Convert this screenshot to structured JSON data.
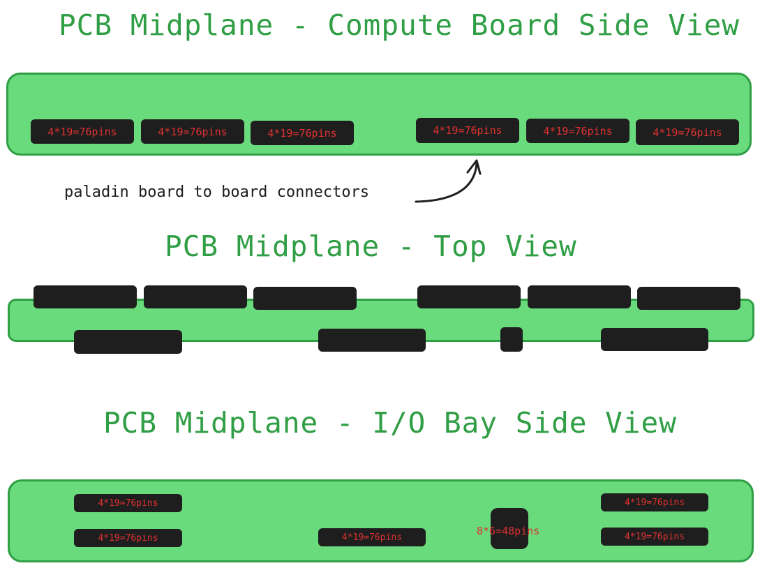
{
  "titles": {
    "compute": "PCB Midplane - Compute Board Side View",
    "top": "PCB Midplane - Top View",
    "io": "PCB Midplane - I/O Bay Side View"
  },
  "annotation": {
    "text": "paladin board to board connectors"
  },
  "compute_view": {
    "connectors": [
      "4*19=76pins",
      "4*19=76pins",
      "4*19=76pins",
      "4*19=76pins",
      "4*19=76pins",
      "4*19=76pins"
    ]
  },
  "io_view": {
    "connectors": [
      "4*19=76pins",
      "4*19=76pins",
      "4*19=76pins",
      "4*19=76pins",
      "4*19=76pins"
    ],
    "center_connector": "8*6=48pins"
  },
  "colors": {
    "board_fill": "#69db7c",
    "board_stroke": "#2f9e44",
    "title": "#2f9e44",
    "connector_fill": "#1e1e1e",
    "connector_text": "#e03131"
  }
}
